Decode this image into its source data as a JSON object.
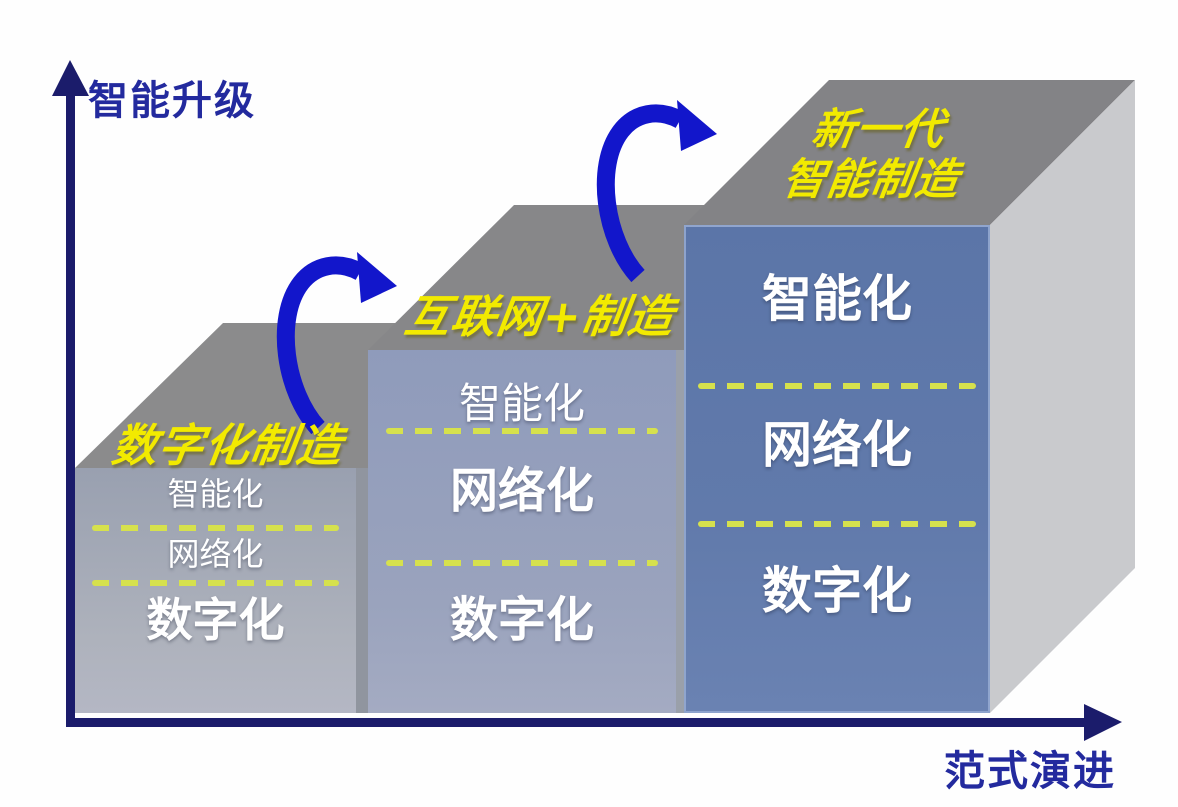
{
  "axes": {
    "y_label": "智能升级",
    "x_label": "范式演进"
  },
  "stages": [
    {
      "title": "数字化制造",
      "layers": [
        "智能化",
        "网络化",
        "数字化"
      ]
    },
    {
      "title": "互联网+制造",
      "layers": [
        "智能化",
        "网络化",
        "数字化"
      ]
    },
    {
      "title": "新一代智能制造",
      "title_line1": "新一代",
      "title_line2": "智能制造",
      "layers": [
        "智能化",
        "网络化",
        "数字化"
      ]
    }
  ],
  "colors": {
    "axis_line": "#1b1c6b",
    "axis_label": "#232a9e",
    "upgrade_arrow": "#1216cb",
    "stage_title_yellow": "#f2ea00",
    "layer_divider_dash": "#d6e14d",
    "step1_front": "#9aa1b1",
    "step2_front": "#8f9bbb",
    "step3_front": "#5e77a9",
    "step_top_gray": "#8b8b8c",
    "step3_side_gray": "#c9cacd",
    "layer_text": "#ffffff"
  }
}
